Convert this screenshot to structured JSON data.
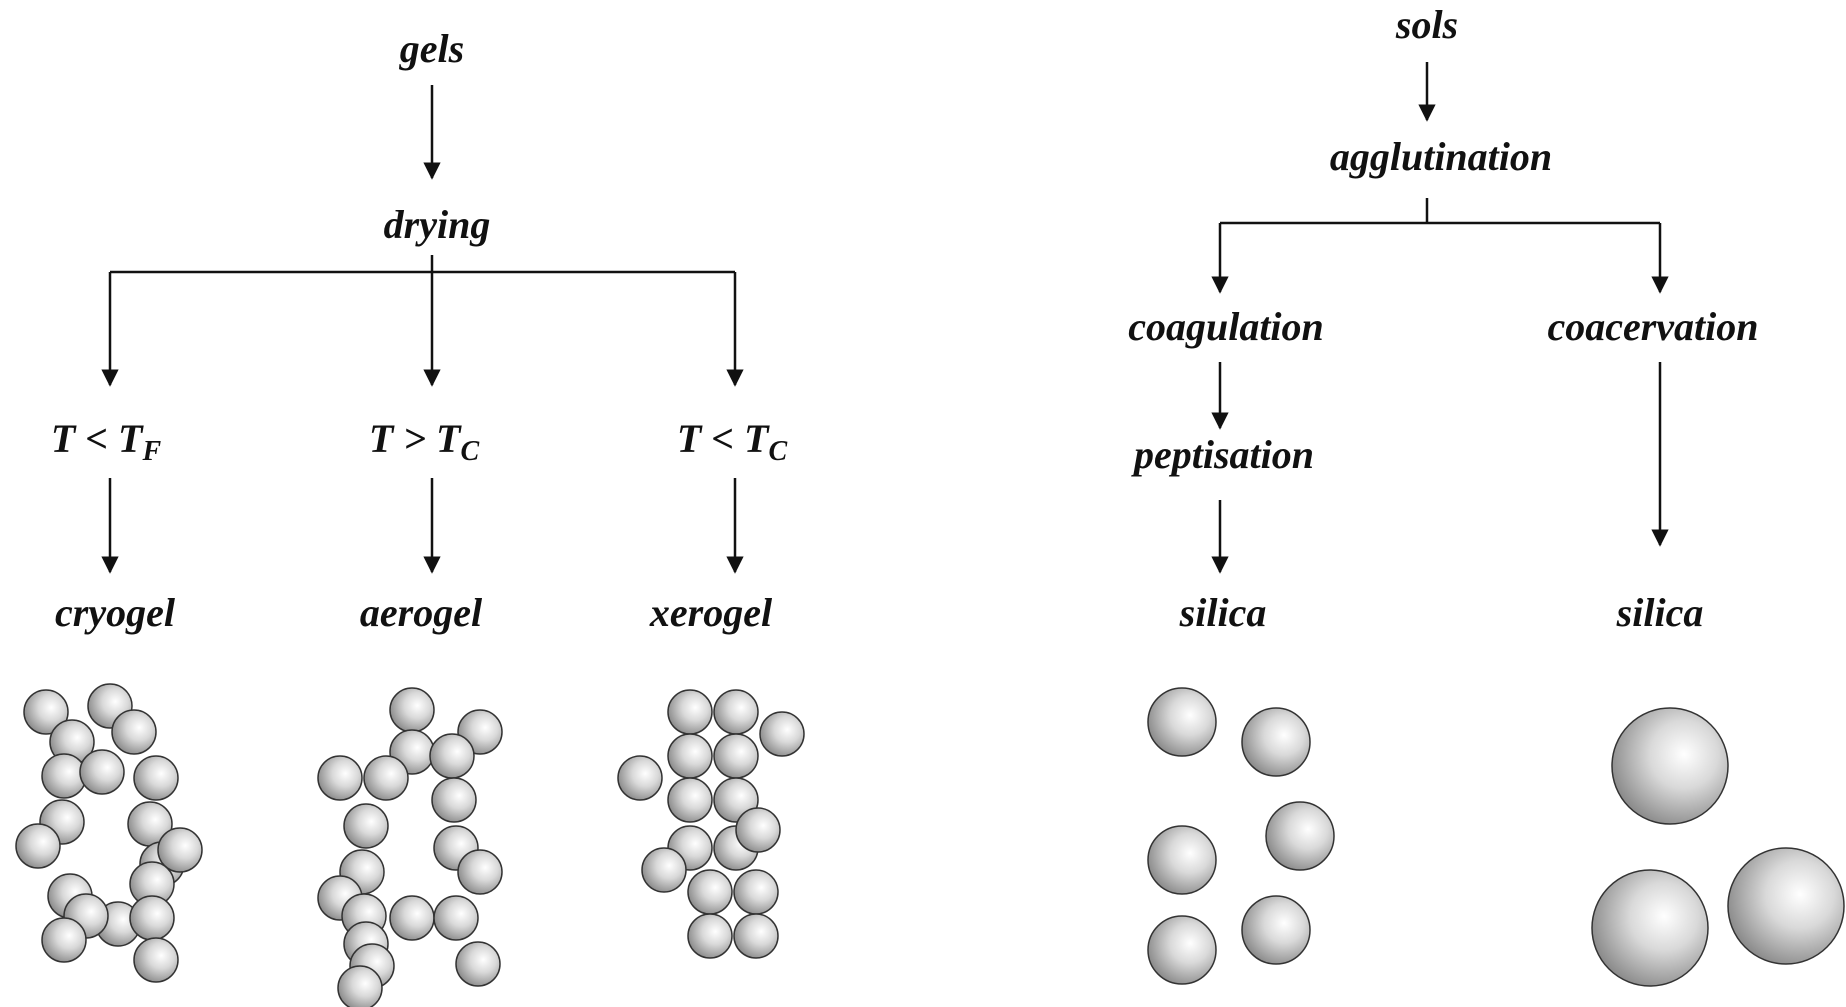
{
  "left": {
    "root": "gels",
    "process": "drying",
    "branches": [
      {
        "condition": {
          "lhs": "T",
          "op": "<",
          "rhs": "T",
          "sub": "F"
        },
        "product": "cryogel"
      },
      {
        "condition": {
          "lhs": "T",
          "op": ">",
          "rhs": "T",
          "sub": "C"
        },
        "product": "aerogel"
      },
      {
        "condition": {
          "lhs": "T",
          "op": "<",
          "rhs": "T",
          "sub": "C"
        },
        "product": "xerogel"
      }
    ]
  },
  "right": {
    "root": "sols",
    "process": "agglutination",
    "branches": [
      {
        "steps": [
          "coagulation",
          "peptisation"
        ],
        "product": "silica"
      },
      {
        "steps": [
          "coacervation"
        ],
        "product": "silica"
      }
    ]
  },
  "colors": {
    "line": "#111111",
    "sphere_light": "#ffffff",
    "sphere_dark": "#8a8a8a",
    "sphere_edge": "#333333"
  }
}
